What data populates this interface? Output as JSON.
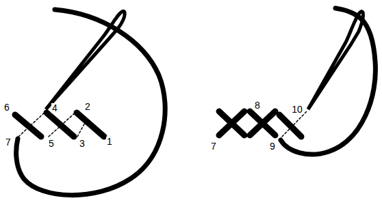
{
  "diagram": {
    "labels": [
      "6",
      "4",
      "2",
      "7",
      "5",
      "3",
      "1",
      "8",
      "10",
      "7",
      "9"
    ]
  }
}
